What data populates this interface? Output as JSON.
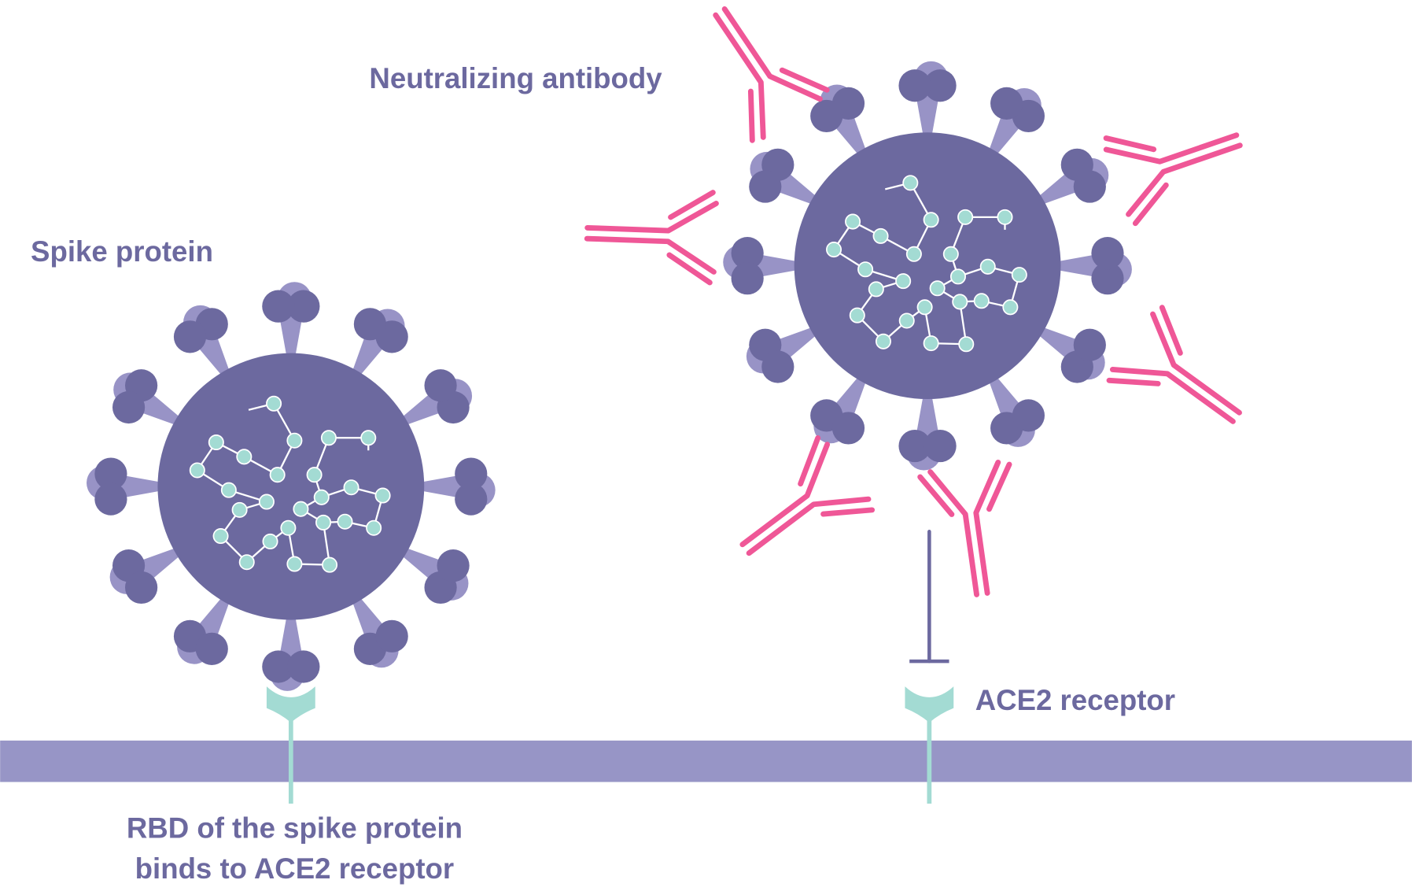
{
  "labels": {
    "neutralizing_antibody": "Neutralizing antibody",
    "spike_protein": "Spike protein",
    "ace2_receptor": "ACE2 receptor",
    "rbd_line1": "RBD of the spike protein",
    "rbd_line2": "binds to ACE2 receptor"
  },
  "colors": {
    "virus": "#6C699F",
    "spike_light": "#9893C6",
    "membrane": "#9795C6",
    "antibody": "#EF5797",
    "rna_dot": "#A3DBD3",
    "receptor": "#A3DBD3",
    "text": "#6C699F"
  },
  "icons": [
    "virus-particle",
    "spike-protein",
    "antibody",
    "ace2-receptor",
    "inhibition-bar",
    "cell-membrane"
  ]
}
